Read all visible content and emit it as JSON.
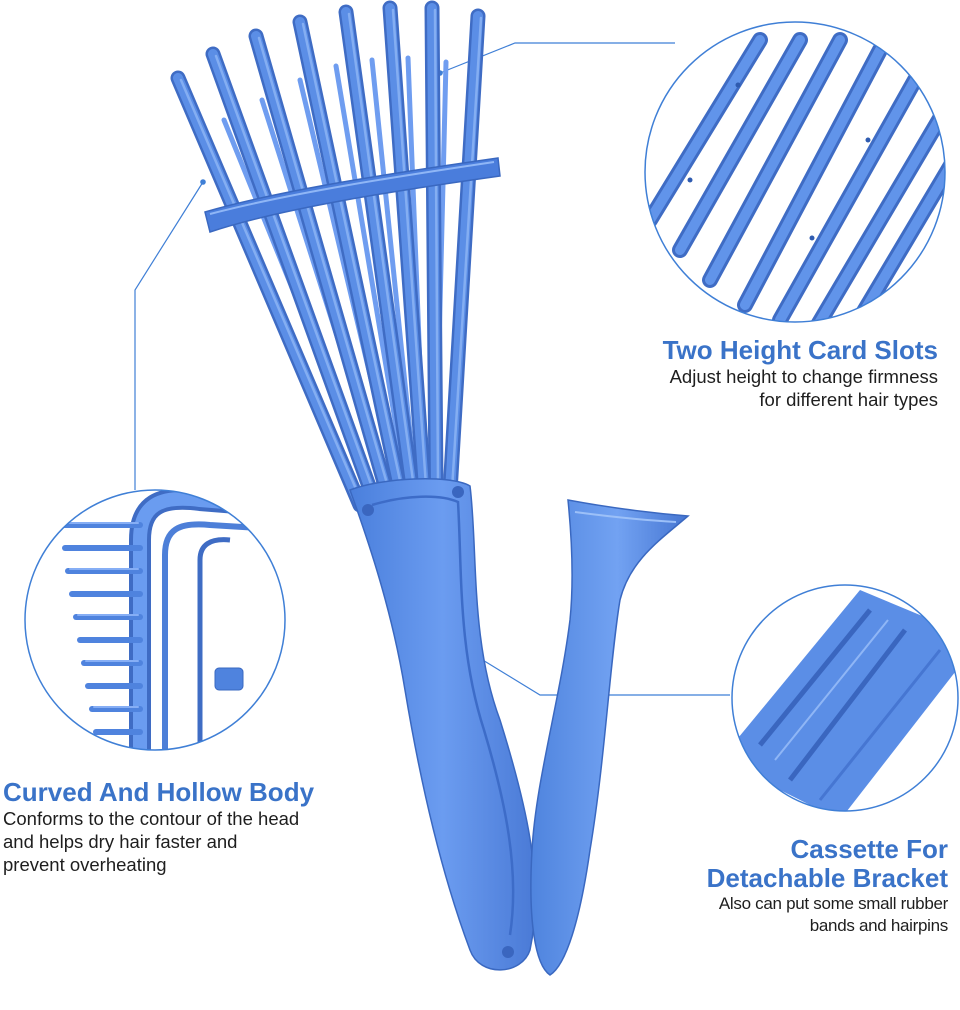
{
  "colors": {
    "accent": "#3a73c8",
    "brush_blue": "#5b8ee6",
    "brush_shadow": "#3f6cc4",
    "callout_line": "#3f7fd6",
    "description_text": "#1e1e1e"
  },
  "features": {
    "card_slots": {
      "title": "Two Height Card Slots",
      "line1": "Adjust height to change firmness",
      "line2": "for different hair types"
    },
    "hollow_body": {
      "title": "Curved And Hollow Body",
      "line1": "Conforms to the contour of the head",
      "line2": "and helps dry hair faster and",
      "line3": "prevent overheating"
    },
    "cassette": {
      "title1": "Cassette For",
      "title2": "Detachable Bracket",
      "line1": "Also can put some small rubber",
      "line2": "bands and hairpins"
    }
  }
}
